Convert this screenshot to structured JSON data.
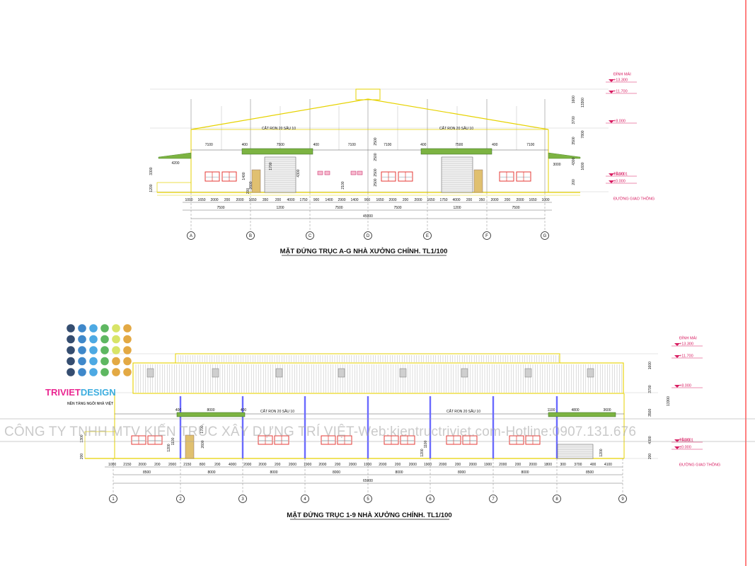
{
  "watermark": "CÔNG TY TNHH MTV KIẾN TRÚC XÂY DỰNG TRÍ VIỆT-Web:kientructriviet.com-Hotline:0907.131.676",
  "logo": {
    "name_part1": "TRIVIET",
    "name_part2": "DESIGN",
    "tagline": "NỀN TẢNG NGÔI NHÀ VIỆT",
    "dot_colors": [
      "#1f3a60",
      "#2a7bc4",
      "#3aa0e0",
      "#4caf50",
      "#d4e157",
      "#e0a030"
    ]
  },
  "colors": {
    "outline": "#e6d200",
    "grid": "#6a6aff",
    "level_mark": "#d81b60",
    "window": "#e53935",
    "border": "#ff0000",
    "text": "#111111"
  },
  "elevation_ag": {
    "title": "MẶT ĐỨNG TRỤC A-G NHÀ XƯỞNG CHÍNH. TL1/100",
    "axes": [
      "A",
      "B",
      "C",
      "D",
      "E",
      "F",
      "G"
    ],
    "levels": [
      {
        "label": "ĐỈNH MÁI",
        "value": ""
      },
      {
        "label": "",
        "value": "+13.300"
      },
      {
        "label": "",
        "value": "+11.700"
      },
      {
        "label": "",
        "value": "+8.000"
      },
      {
        "label": "TẦNG 1",
        "value": "+0.200"
      },
      {
        "label": "",
        "value": "±0.000"
      },
      {
        "label": "ĐƯỜNG GIAO THÔNG",
        "value": ""
      }
    ],
    "notes": [
      "CẮT RON 20 SÂU 10",
      "CẮT RON 20 SÂU 10"
    ],
    "top_dims": [
      "7100",
      "400",
      "7500",
      "400",
      "7100",
      "7100",
      "400",
      "7500",
      "400",
      "7100"
    ],
    "right_dims": [
      "1600",
      "3700",
      "3500",
      "4300",
      "200",
      "13300",
      "7800",
      "1600"
    ],
    "left_dims": [
      "4200",
      "3300",
      "1200"
    ],
    "inner_dims": [
      "1400",
      "2600",
      "200",
      "4300",
      "1700",
      "2100",
      "2500",
      "2500",
      "2500",
      "2500",
      "3000"
    ],
    "bottom_dims": [
      "1000",
      "1650",
      "2000",
      "200",
      "2000",
      "1650",
      "350",
      "200",
      "4000",
      "1750",
      "900",
      "1400",
      "2900",
      "1400",
      "900",
      "1650",
      "2000",
      "200",
      "2000",
      "1650",
      "1750",
      "4000",
      "200",
      "350",
      "2000",
      "200",
      "2000",
      "1650",
      "1000"
    ],
    "span_dims": [
      "7500",
      "1200",
      "7500",
      "7500",
      "1200",
      "7500"
    ],
    "total_dim": "45000"
  },
  "elevation_19": {
    "title": "MẶT ĐỨNG TRỤC 1-9 NHÀ XƯỞNG CHÍNH. TL1/100",
    "axes": [
      "1",
      "2",
      "3",
      "4",
      "5",
      "6",
      "7",
      "8",
      "9"
    ],
    "levels": [
      {
        "label": "ĐỈNH MÁI",
        "value": ""
      },
      {
        "label": "",
        "value": "+13.300"
      },
      {
        "label": "",
        "value": "+11.700"
      },
      {
        "label": "",
        "value": "+8.000"
      },
      {
        "label": "TẦNG 1",
        "value": "+0.200"
      },
      {
        "label": "",
        "value": "±0.000"
      },
      {
        "label": "ĐƯỜNG GIAO THÔNG",
        "value": ""
      }
    ],
    "notes": [
      "CẮT RON 20 SÂU 10",
      "CẮT RON 20 SÂU 10"
    ],
    "top_dims": [
      "400",
      "8000",
      "400",
      "1100",
      "4800",
      "3600"
    ],
    "right_dims": [
      "1600",
      "3700",
      "3500",
      "13300",
      "4300",
      "200"
    ],
    "left_dims": [
      "1300",
      "200"
    ],
    "inner_dims": [
      "1700",
      "2600",
      "1200",
      "1100",
      "1200",
      "1100",
      "1200"
    ],
    "bottom_dims": [
      "1000",
      "2150",
      "2000",
      "200",
      "2000",
      "2150",
      "800",
      "200",
      "4000",
      "2000",
      "2000",
      "200",
      "2000",
      "1900",
      "2000",
      "200",
      "2000",
      "1900",
      "2000",
      "200",
      "2000",
      "1900",
      "2000",
      "200",
      "2000",
      "1900",
      "2000",
      "200",
      "2000",
      "1800",
      "300",
      "3700",
      "400",
      "4100"
    ],
    "span_dims": [
      "8500",
      "8000",
      "8000",
      "8000",
      "8000",
      "8000",
      "8000",
      "8500"
    ],
    "total_dim": "65000"
  }
}
